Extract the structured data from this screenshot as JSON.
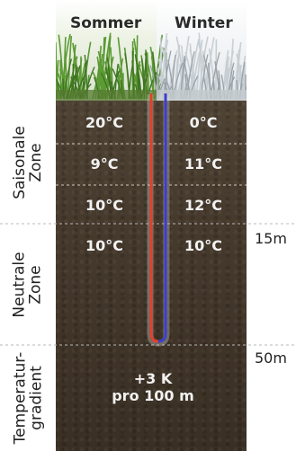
{
  "columns": {
    "summer": "Sommer",
    "winter": "Winter"
  },
  "zones": {
    "seasonal": [
      "Saisonale",
      "Zone"
    ],
    "neutral": [
      "Neutrale",
      "Zone"
    ],
    "gradient": [
      "Temperatur-",
      "gradient"
    ]
  },
  "temperatures": [
    {
      "summer": "20°C",
      "winter": "0°C"
    },
    {
      "summer": "9°C",
      "winter": "11°C"
    },
    {
      "summer": "10°C",
      "winter": "12°C"
    },
    {
      "summer": "10°C",
      "winter": "10°C"
    }
  ],
  "depths": {
    "neutral_start": "15m",
    "gradient_start": "50m"
  },
  "gradient_label": {
    "line1": "+3 K",
    "line2": "pro 100 m"
  },
  "colors": {
    "supply_pipe": "#e2402a",
    "return_pipe": "#3a3fcf",
    "soil": "#463a2d",
    "summer_grass": "#6aa040",
    "winter_frost": "#e8ecee"
  }
}
